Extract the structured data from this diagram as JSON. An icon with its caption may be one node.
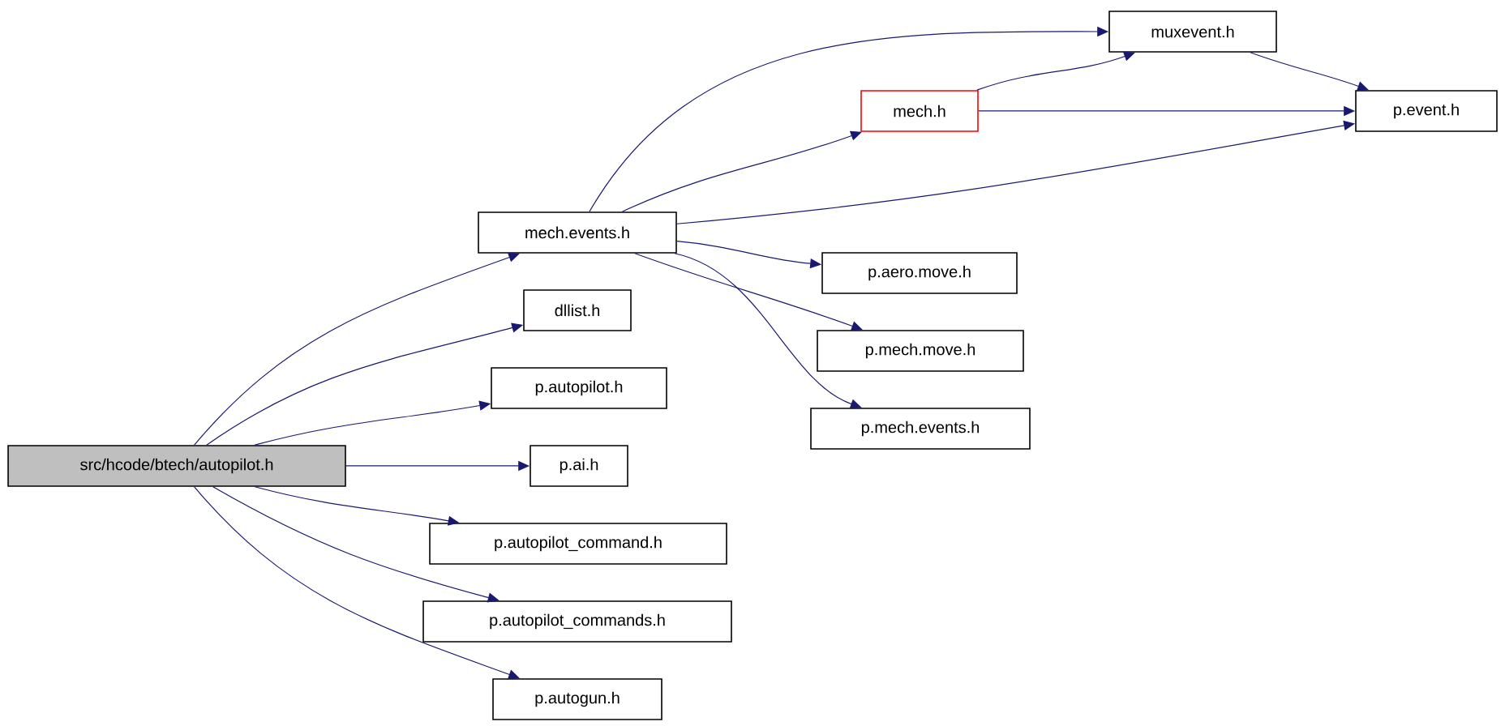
{
  "diagram": {
    "nodes": [
      {
        "text": [
          "src/hcode/btech/autopilot.h"
        ]
      },
      {
        "text": [
          "mech.events.h"
        ]
      },
      {
        "text": [
          "muxevent.h"
        ]
      },
      {
        "text": [
          "mech.h"
        ]
      },
      {
        "text": [
          "p.event.h"
        ]
      },
      {
        "text": [
          "dllist.h"
        ]
      },
      {
        "text": [
          "p.autopilot.h"
        ]
      },
      {
        "text": [
          "p.ai.h"
        ]
      },
      {
        "text": [
          "p.autopilot_command.h"
        ]
      },
      {
        "text": [
          "p.autopilot_commands.h"
        ]
      },
      {
        "text": [
          "p.autogun.h"
        ]
      },
      {
        "text": [
          "p.aero.move.h"
        ]
      },
      {
        "text": [
          "p.mech.move.h"
        ]
      },
      {
        "text": [
          "p.mech.events.h"
        ]
      }
    ],
    "edges": [
      {
        "from": 0,
        "to": 1,
        "arrow": "to"
      },
      {
        "from": 0,
        "to": 5,
        "arrow": "to"
      },
      {
        "from": 0,
        "to": 6,
        "arrow": "to"
      },
      {
        "from": 0,
        "to": 7,
        "arrow": "to"
      },
      {
        "from": 0,
        "to": 8,
        "arrow": "to"
      },
      {
        "from": 0,
        "to": 9,
        "arrow": "to"
      },
      {
        "from": 0,
        "to": 10,
        "arrow": "to"
      },
      {
        "from": 1,
        "to": 2,
        "arrow": "to"
      },
      {
        "from": 1,
        "to": 3,
        "arrow": "to"
      },
      {
        "from": 1,
        "to": 4,
        "arrow": "to"
      },
      {
        "from": 1,
        "to": 11,
        "arrow": "to"
      },
      {
        "from": 1,
        "to": 12,
        "arrow": "to"
      },
      {
        "from": 1,
        "to": 13,
        "arrow": "to"
      },
      {
        "from": 3,
        "to": 2,
        "arrow": "to"
      },
      {
        "from": 3,
        "to": 4,
        "arrow": "to"
      },
      {
        "from": 2,
        "to": 4,
        "arrow": "to"
      }
    ]
  }
}
